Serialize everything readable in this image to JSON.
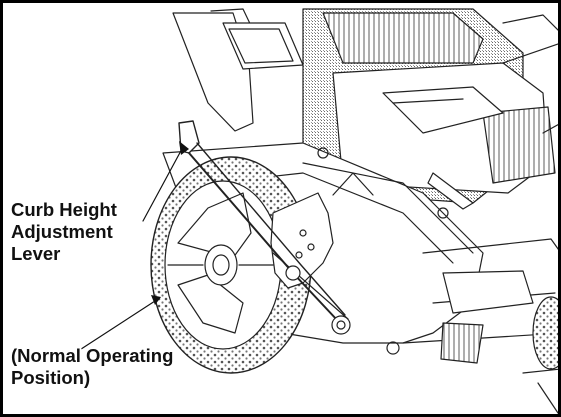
{
  "figure": {
    "labels": {
      "lever": [
        "Curb Height",
        "Adjustment",
        "Lever"
      ],
      "position": [
        "(Normal Operating",
        "Position)"
      ]
    }
  }
}
